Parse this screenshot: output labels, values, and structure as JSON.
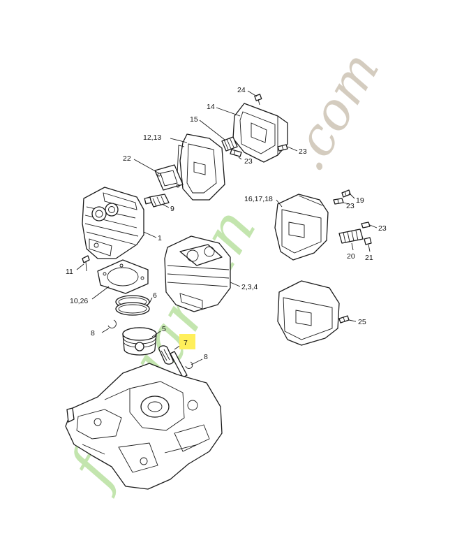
{
  "watermark": {
    "brand": "fotojardin",
    "suffix": ".com",
    "color_green": "#b9e0a0",
    "color_gray": "#cfc7b8"
  },
  "highlight_color": "#ffef5a",
  "callouts": {
    "c1": "1",
    "c234": "2,3,4",
    "c5": "5",
    "c6": "6",
    "c7": "7",
    "c8a": "8",
    "c8b": "8",
    "c9": "9",
    "c1026": "10,26",
    "c11": "11",
    "c1213": "12,13",
    "c14": "14",
    "c15": "15",
    "c161718": "16,17,18",
    "c19": "19",
    "c20": "20",
    "c21": "21",
    "c22": "22",
    "c23a": "23",
    "c23b": "23",
    "c23c": "23",
    "c23d": "23",
    "c24": "24",
    "c25": "25"
  }
}
